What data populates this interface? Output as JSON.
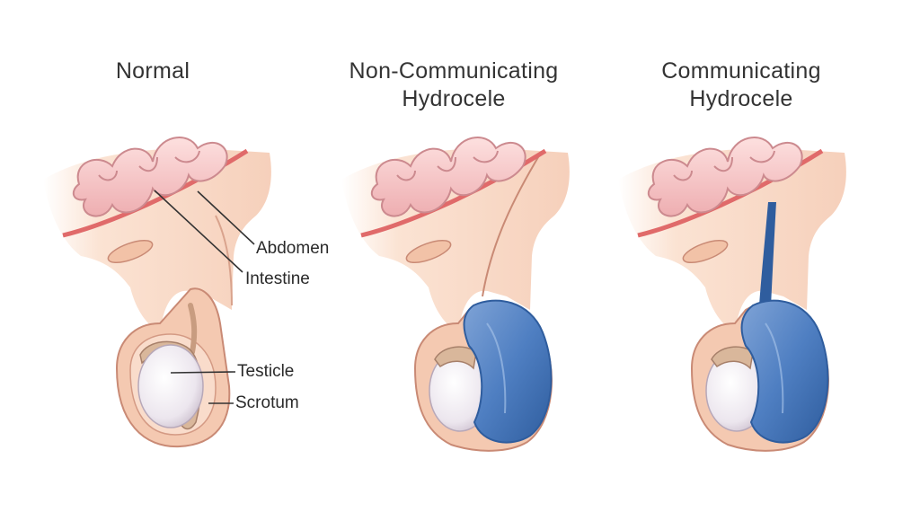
{
  "panels": [
    {
      "title_lines": [
        "Normal"
      ]
    },
    {
      "title_lines": [
        "Non-Communicating",
        "Hydrocele"
      ]
    },
    {
      "title_lines": [
        "Communicating",
        "Hydrocele"
      ]
    }
  ],
  "labels": {
    "abdomen": "Abdomen",
    "intestine": "Intestine",
    "testicle": "Testicle",
    "scrotum": "Scrotum"
  },
  "colors": {
    "skin": "#f4c9b1",
    "skin_light": "#fbe3d3",
    "skin_outline": "#c98a75",
    "intestine": "#f7c8c8",
    "intestine_shade": "#e8a3a6",
    "wall_red": "#e06a6a",
    "testicle": "#f2eef2",
    "epididymis": "#d9b79b",
    "fluid": "#4f7fc2",
    "fluid_dark": "#2f5d9e"
  }
}
